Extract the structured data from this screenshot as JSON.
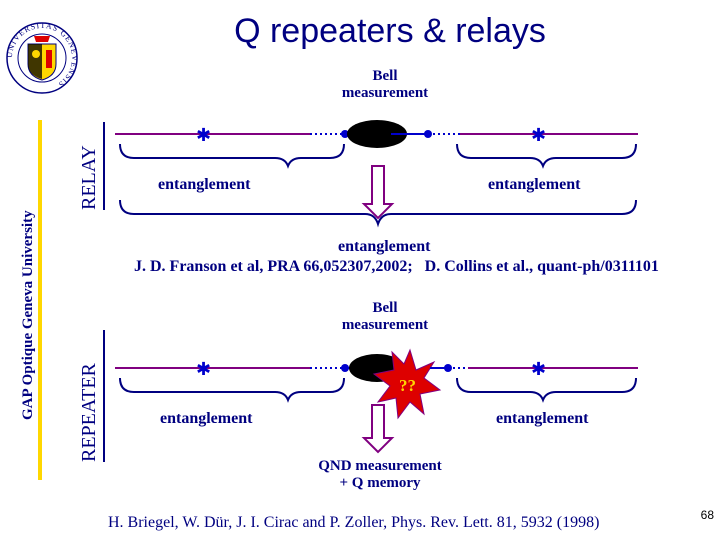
{
  "title": "Q repeaters & relays",
  "sidebar": {
    "text": "GAP Optique   Geneva University"
  },
  "logo": {
    "text": "UNIVERSITAS GENEVENSIS"
  },
  "relay": {
    "label": "RELAY",
    "bell_line1": "Bell",
    "bell_line2": "measurement",
    "entanglement_left": "entanglement",
    "entanglement_right": "entanglement",
    "entanglement_bottom": "entanglement",
    "citation_left": "J. D. Franson et al, PRA ",
    "citation_volume": "66",
    "citation_rest": ",052307,2002;",
    "citation_right": "D. Collins et al., quant-ph/0311101"
  },
  "repeater": {
    "label": "REPEATER",
    "bell_line1": "Bell",
    "bell_line2": "measurement",
    "entanglement_left": "entanglement",
    "entanglement_right": "entanglement",
    "qq": "??",
    "qnd_line1": "QND measurement",
    "qnd_line2": "+ Q memory",
    "citation": "H. Briegel, W. Dür, J. I. Cirac and P. Zoller, Phys. Rev. Lett. 81, 5932 (1998)"
  },
  "page_number": "68",
  "colors": {
    "navy": "#000080",
    "purple": "#800080",
    "blue": "#0000cc",
    "red": "#dd0000",
    "yellow": "#ffd700"
  }
}
